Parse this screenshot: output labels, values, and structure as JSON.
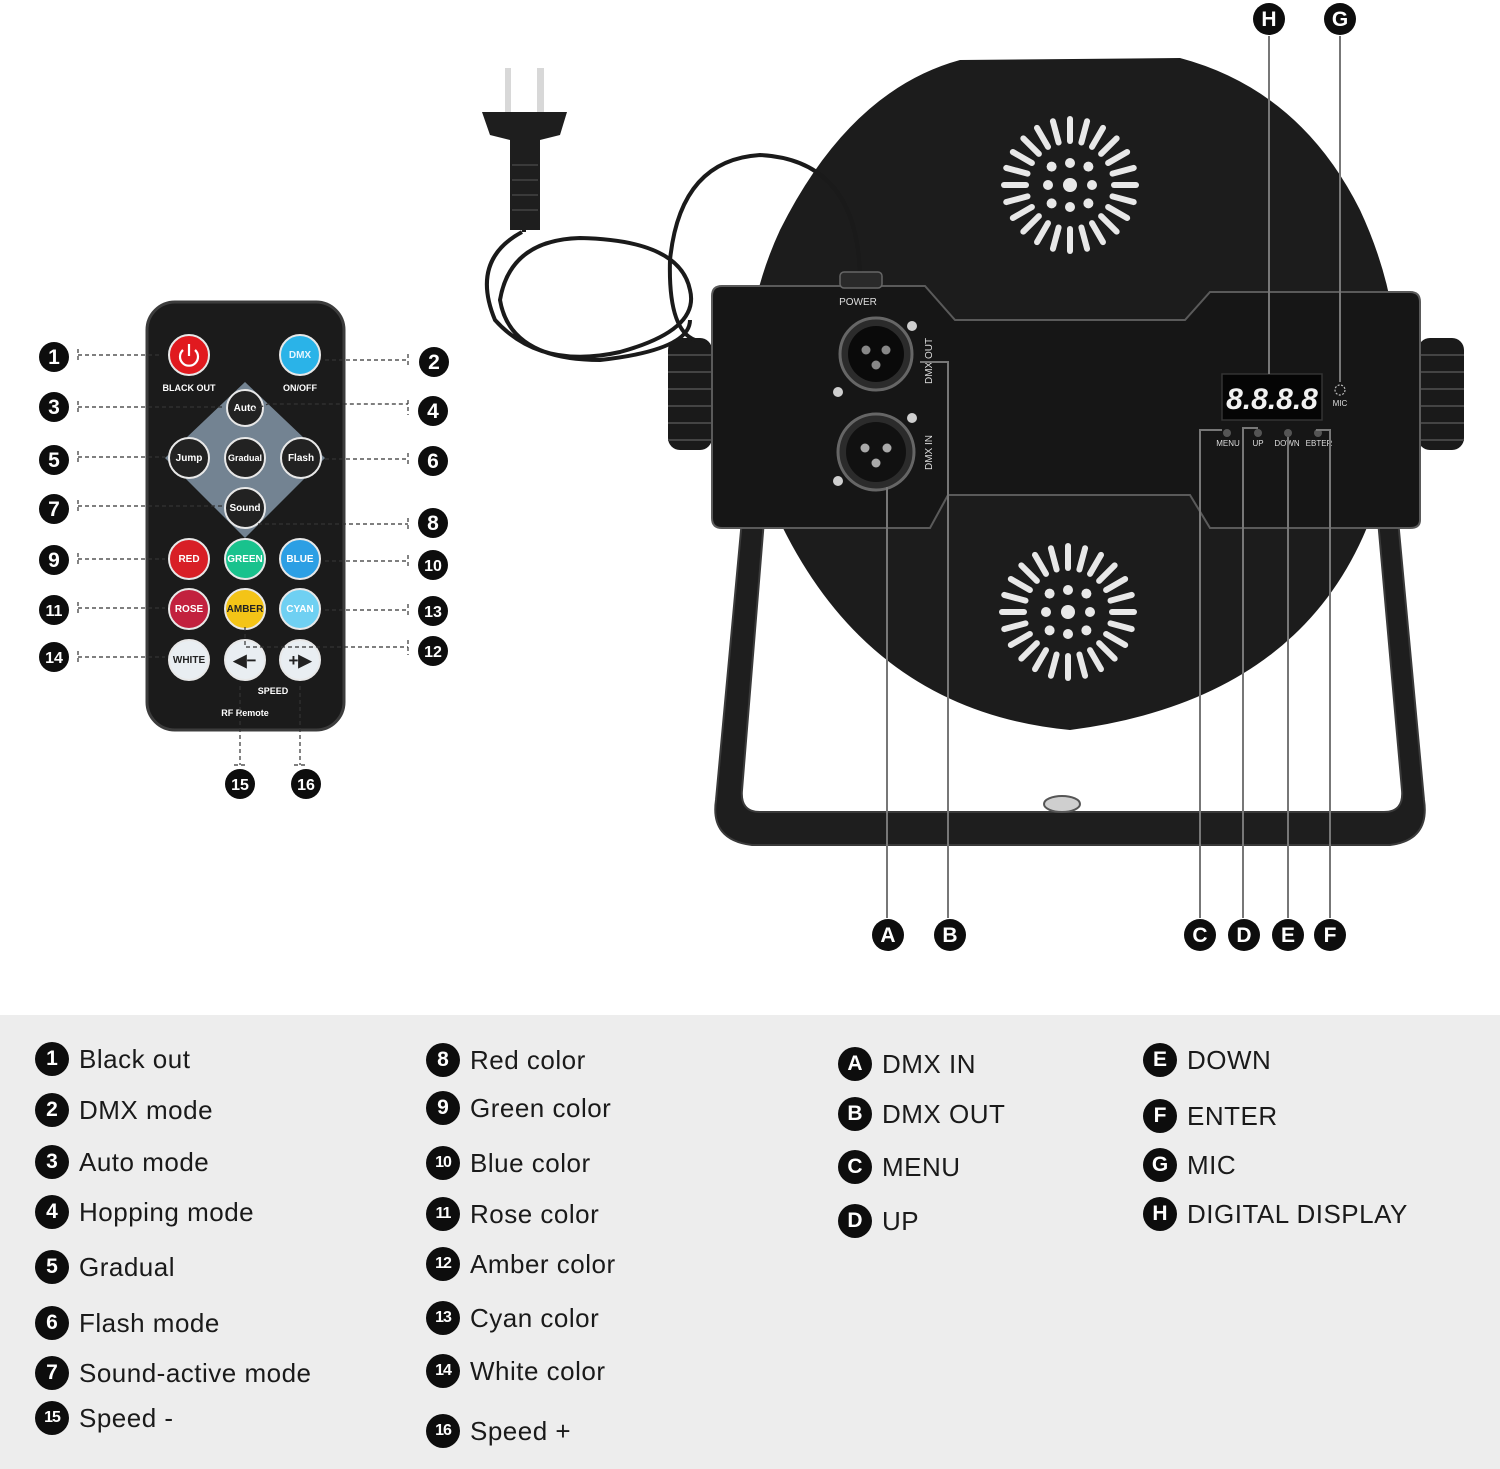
{
  "remote": {
    "buttons": [
      {
        "id": "blackout",
        "label": "",
        "caption": "BLACK OUT",
        "color": "#e11a1f"
      },
      {
        "id": "dmx",
        "label": "DMX",
        "caption": "ON/OFF",
        "color": "#2ab3e8"
      },
      {
        "id": "auto",
        "label": "Auto",
        "color": "#222"
      },
      {
        "id": "jump",
        "label": "Jump",
        "color": "#222"
      },
      {
        "id": "gradual",
        "label": "Gradual",
        "color": "#222"
      },
      {
        "id": "flash",
        "label": "Flash",
        "color": "#222"
      },
      {
        "id": "sound",
        "label": "Sound",
        "color": "#222"
      },
      {
        "id": "red",
        "label": "RED",
        "color": "#d81f26"
      },
      {
        "id": "green",
        "label": "GREEN",
        "color": "#19c28d"
      },
      {
        "id": "blue",
        "label": "BLUE",
        "color": "#2c9fe4"
      },
      {
        "id": "rose",
        "label": "ROSE",
        "color": "#c2213e"
      },
      {
        "id": "amber",
        "label": "AMBER",
        "color": "#f4c417"
      },
      {
        "id": "cyan",
        "label": "CYAN",
        "color": "#6fd0f2"
      },
      {
        "id": "white",
        "label": "WHITE",
        "color": "#e9eef2"
      },
      {
        "id": "speed_down",
        "label": "◀−",
        "color": "#e9eef2"
      },
      {
        "id": "speed_up",
        "label": "+▶",
        "color": "#e9eef2"
      }
    ],
    "speed_caption": "SPEED",
    "footer": "RF Remote",
    "callouts": [
      "1",
      "2",
      "3",
      "4",
      "5",
      "6",
      "7",
      "8",
      "9",
      "10",
      "11",
      "12",
      "13",
      "14",
      "15",
      "16"
    ]
  },
  "fixture": {
    "power_label": "POWER",
    "dmx_out_label": "DMX OUT",
    "dmx_in_label": "DMX IN",
    "display_text": "8.8.8.8",
    "mic_label": "MIC",
    "button_labels": [
      "MENU",
      "UP",
      "DOWN",
      "EBTER"
    ],
    "callouts": [
      "A",
      "B",
      "C",
      "D",
      "E",
      "F",
      "G",
      "H"
    ]
  },
  "legend": {
    "col1": [
      {
        "badge": "1",
        "text": "Black out"
      },
      {
        "badge": "2",
        "text": "DMX mode"
      },
      {
        "badge": "3",
        "text": "Auto mode"
      },
      {
        "badge": "4",
        "text": "Hopping mode"
      },
      {
        "badge": "5",
        "text": "Gradual"
      },
      {
        "badge": "6",
        "text": "Flash mode"
      },
      {
        "badge": "7",
        "text": "Sound-active mode"
      },
      {
        "badge": "15",
        "text": "Speed -"
      }
    ],
    "col2": [
      {
        "badge": "8",
        "text": "Red color"
      },
      {
        "badge": "9",
        "text": "Green color"
      },
      {
        "badge": "10",
        "text": "Blue color"
      },
      {
        "badge": "11",
        "text": "Rose color"
      },
      {
        "badge": "12",
        "text": "Amber color"
      },
      {
        "badge": "13",
        "text": "Cyan color"
      },
      {
        "badge": "14",
        "text": "White color"
      },
      {
        "badge": "16",
        "text": "Speed +"
      }
    ],
    "col3": [
      {
        "badge": "A",
        "text": "DMX IN"
      },
      {
        "badge": "B",
        "text": "DMX OUT"
      },
      {
        "badge": "C",
        "text": "MENU"
      },
      {
        "badge": "D",
        "text": "UP"
      }
    ],
    "col4": [
      {
        "badge": "E",
        "text": "DOWN"
      },
      {
        "badge": "F",
        "text": "ENTER"
      },
      {
        "badge": "G",
        "text": "MIC"
      },
      {
        "badge": "H",
        "text": "DIGITAL DISPLAY"
      }
    ]
  }
}
